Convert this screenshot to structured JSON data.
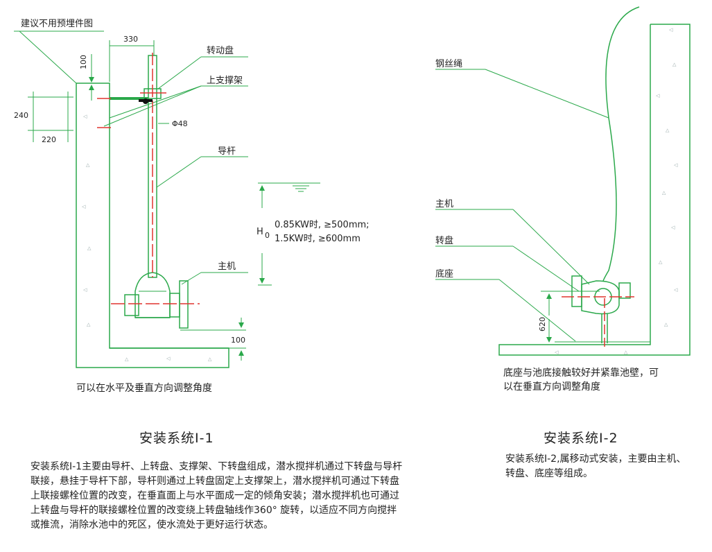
{
  "colors": {
    "green": "#2aa84a",
    "red": "#e0332f",
    "text": "#222222"
  },
  "left": {
    "note": "建议不用预埋件图",
    "dims": {
      "w330": "330",
      "h100": "100",
      "h240": "240",
      "w220": "220",
      "phi48": "Φ48",
      "h100b": "100"
    },
    "labels": {
      "turntable": "转动盘",
      "upper_support": "上支撑架",
      "guide_rod": "导杆",
      "main_unit": "主机"
    },
    "h0_symbol": "H",
    "h0_sub": "0",
    "h0_line1": "0.85KW时,  ≥500mm;",
    "h0_line2": "1.5KW时,  ≥600mm",
    "caption": "可以在水平及垂直方向调整角度",
    "title": "安装系统Ⅰ-1",
    "desc": "安装系统Ⅰ-1主要由导杆、上转盘、支撑架、下转盘组成，潜水搅拌机通过下转盘与导杆联接，悬挂于导杆下部，导杆则通过上转盘固定上支撑架上，潜水搅拌机可通过下转盘上联接螺栓位置的改变，在垂直面上与水平面成一定的倾角安装；潜水搅拌机也可通过上转盘与导杆的联接螺栓位置的改变绕上转盘轴线作360° 旋转，以适应不同方向搅拌或推流，消除水池中的死区，使水流处于更好运行状态。"
  },
  "right": {
    "labels": {
      "wire_rope": "钢丝绳",
      "main_unit": "主机",
      "turntable": "转盘",
      "base": "底座"
    },
    "dim620": "620",
    "caption_line1": "底座与池底接触较好并紧靠池壁，可",
    "caption_line2": "以在垂直方向调整角度",
    "title": "安装系统Ⅰ-2",
    "desc": "安装系统Ⅰ-2,属移动式安装，主要由主机、转盘、底座等组成。"
  }
}
